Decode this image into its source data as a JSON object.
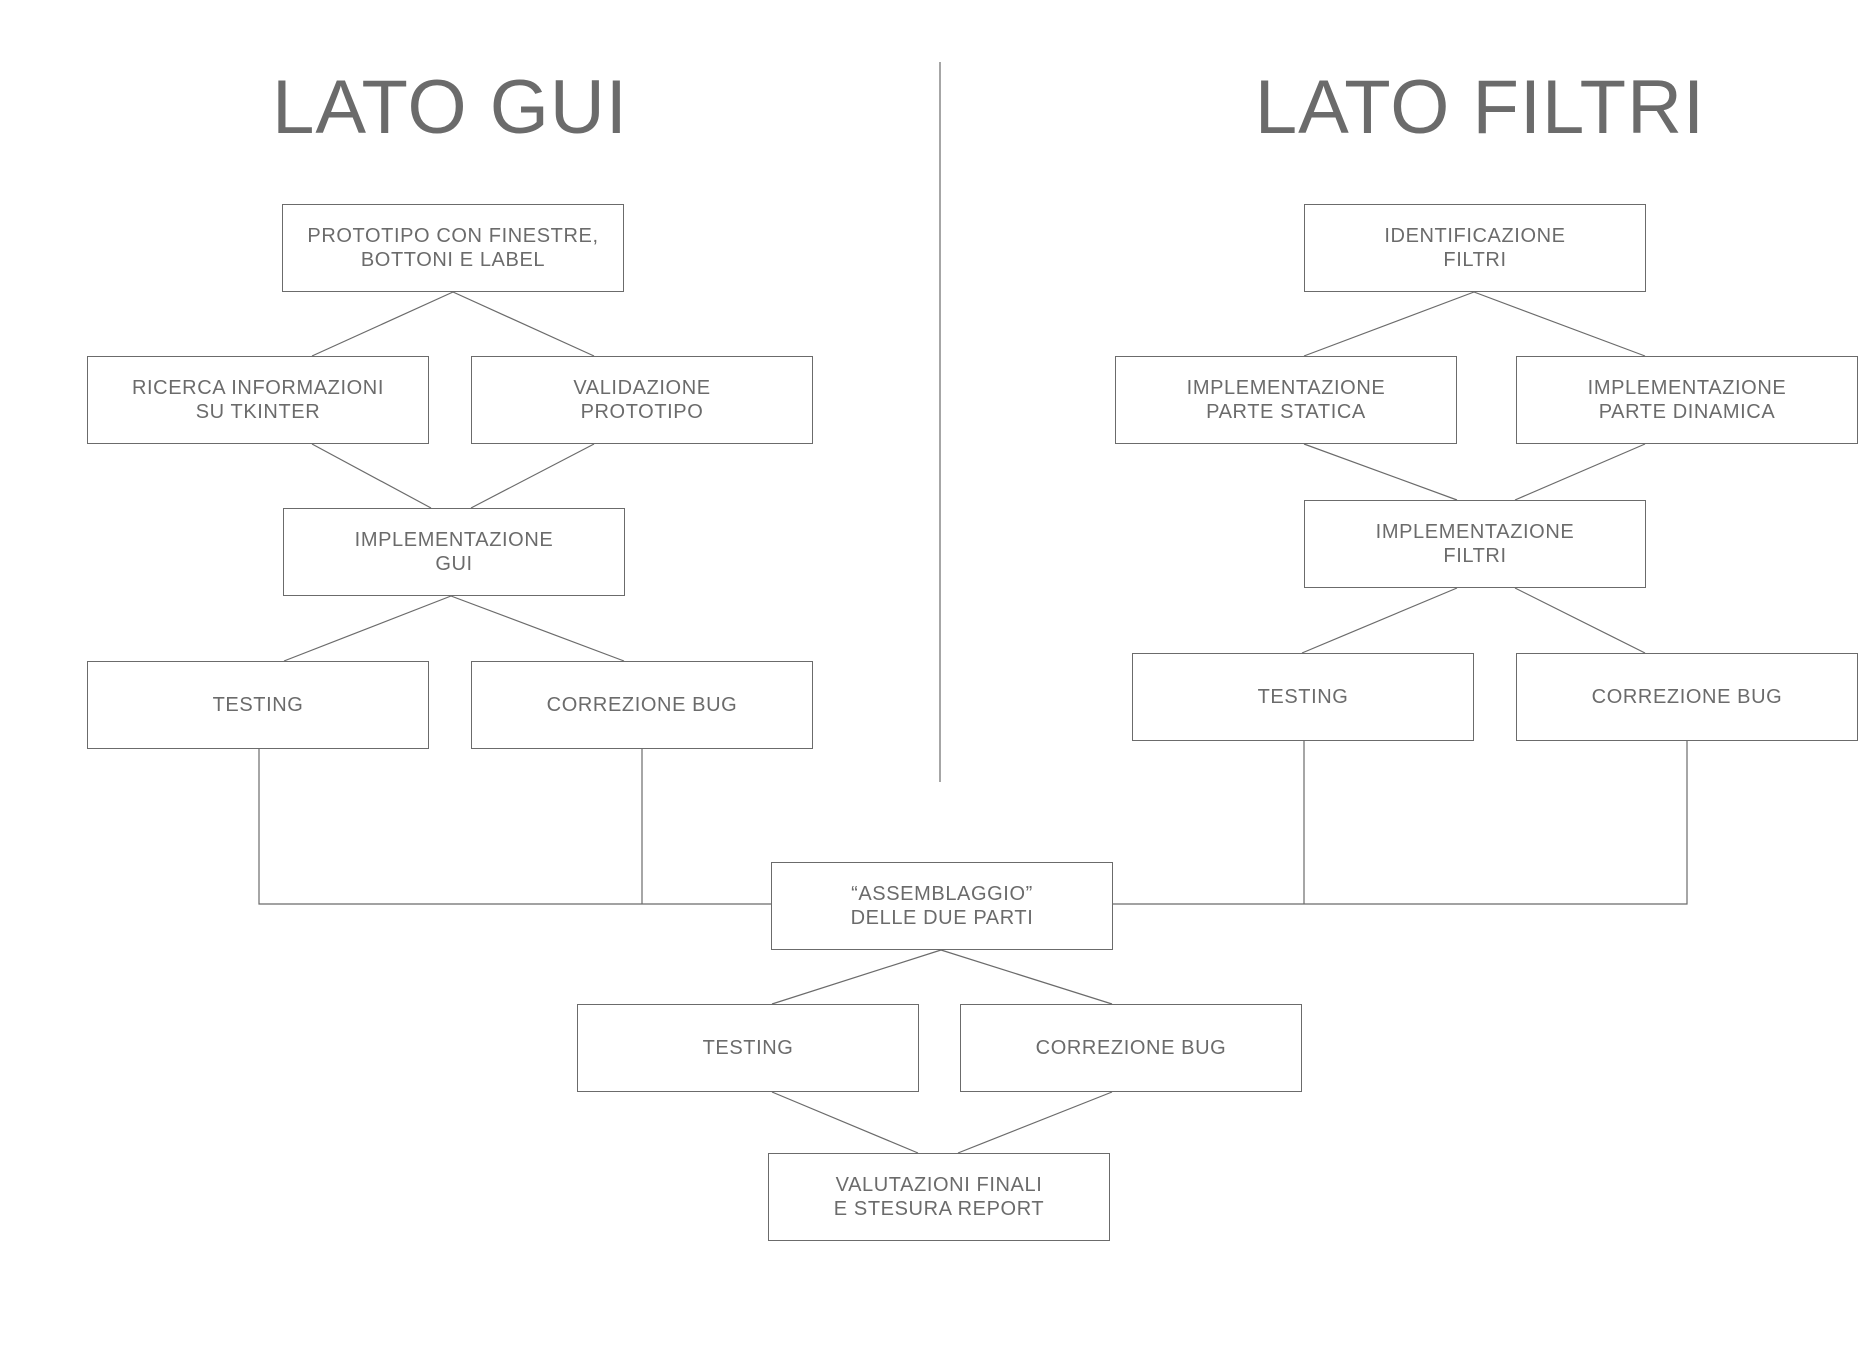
{
  "headings": {
    "gui": "LATO GUI",
    "filtri": "LATO FILTRI"
  },
  "gui": {
    "prototipo": "PROTOTIPO CON FINESTRE,\nBOTTONI E LABEL",
    "ricerca": "RICERCA INFORMAZIONI\nSU TKINTER",
    "validazione": "VALIDAZIONE\nPROTOTIPO",
    "implementazione": "IMPLEMENTAZIONE\nGUI",
    "testing": "TESTING",
    "correzione": "CORREZIONE BUG"
  },
  "filtri": {
    "identificazione": "IDENTIFICAZIONE\nFILTRI",
    "statica": "IMPLEMENTAZIONE\nPARTE STATICA",
    "dinamica": "IMPLEMENTAZIONE\nPARTE DINAMICA",
    "implementazione": "IMPLEMENTAZIONE\nFILTRI",
    "testing": "TESTING",
    "correzione": "CORREZIONE BUG"
  },
  "finale": {
    "assemblaggio": "“ASSEMBLAGGIO”\nDELLE DUE PARTI",
    "testing": "TESTING",
    "correzione": "CORREZIONE BUG",
    "valutazioni": "VALUTAZIONI FINALI\nE STESURA REPORT"
  },
  "colors": {
    "stroke": "#6b6b6b",
    "text": "#6b6b6b",
    "background": "#ffffff"
  }
}
